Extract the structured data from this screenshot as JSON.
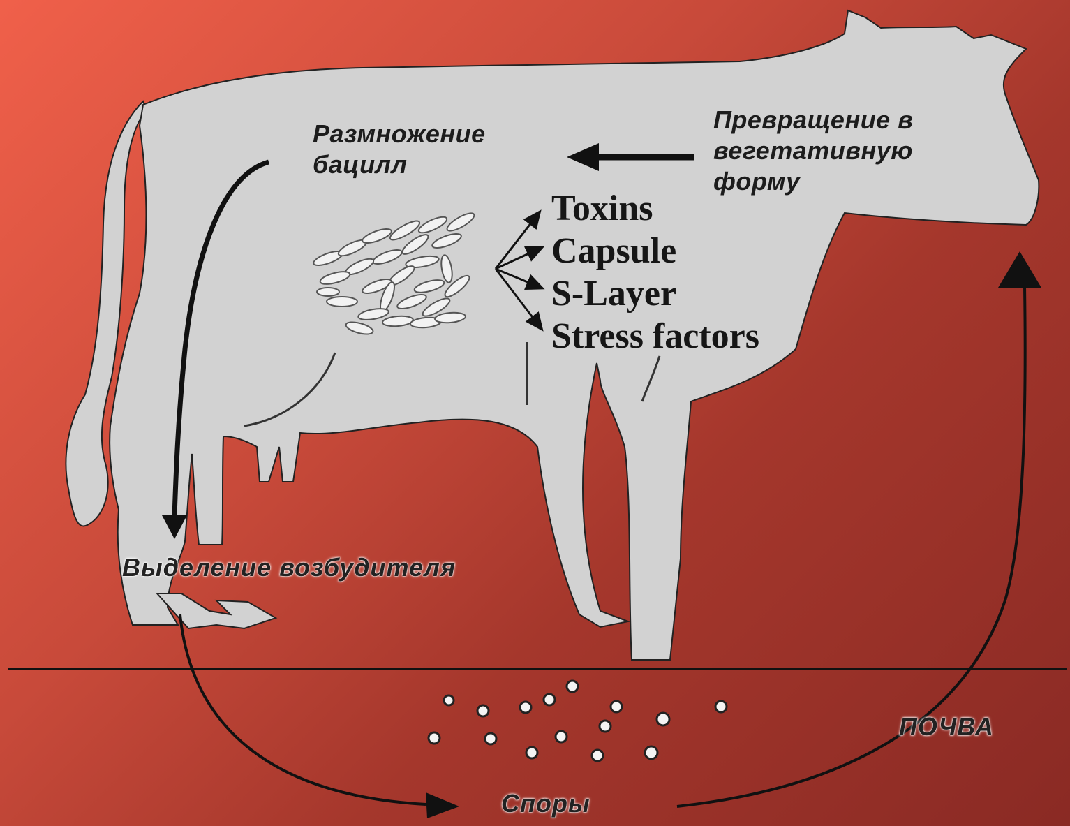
{
  "labels": {
    "reproduction": [
      "Размножение",
      "бацилл"
    ],
    "transformation": [
      "Превращение в",
      "вегетативную",
      "форму"
    ],
    "factors": [
      "Toxins",
      "Capsule",
      "S-Layer",
      "Stress factors"
    ],
    "shedding": "Выделение возбудителя",
    "soil": "ПОЧВА",
    "spores": "Споры"
  },
  "colors": {
    "cow_fill": "#d2d2d2",
    "outline": "#111111",
    "ground_line": "#111111",
    "background_light": "#f0604a",
    "background_dark": "#8a2a24"
  }
}
